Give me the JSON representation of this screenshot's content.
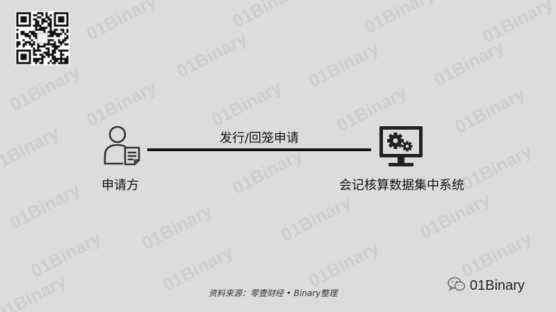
{
  "diagram": {
    "left_node": {
      "label": "申请方",
      "icon": "person-document-icon"
    },
    "right_node": {
      "label": "会记核算数据集中系统",
      "icon": "monitor-gears-icon"
    },
    "connector": {
      "label": "发行/回笼申请"
    }
  },
  "footer": {
    "source": "资料来源：零壹财经 • Binary整理",
    "brand": "01Binary",
    "brand_icon": "wechat-icon"
  },
  "watermark": {
    "text": "01Binary"
  },
  "qr": {
    "icon": "qr-code-icon"
  }
}
